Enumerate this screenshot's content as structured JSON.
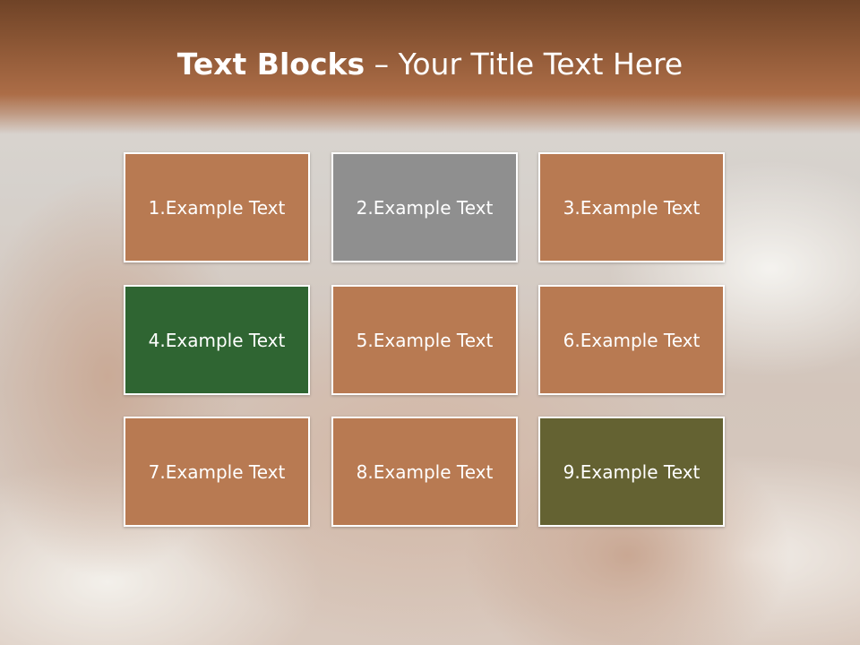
{
  "title": {
    "bold": "Text Blocks",
    "dash": " – ",
    "rest": "Your Title Text Here"
  },
  "colors": {
    "title_bar": "#8e5836",
    "block_default": "#b87a52",
    "block_gray": "#8f8f8f",
    "block_green": "#2f6532",
    "block_olive": "#646232",
    "text": "#ffffff"
  },
  "blocks": [
    {
      "label": "1.Example Text",
      "color": "#b87a52"
    },
    {
      "label": "2.Example Text",
      "color": "#8f8f8f"
    },
    {
      "label": "3.Example Text",
      "color": "#b87a52"
    },
    {
      "label": "4.Example Text",
      "color": "#2f6532"
    },
    {
      "label": "5.Example Text",
      "color": "#b87a52"
    },
    {
      "label": "6.Example Text",
      "color": "#b87a52"
    },
    {
      "label": "7.Example Text",
      "color": "#b87a52"
    },
    {
      "label": "8.Example Text",
      "color": "#b87a52"
    },
    {
      "label": "9.Example Text",
      "color": "#646232"
    }
  ]
}
